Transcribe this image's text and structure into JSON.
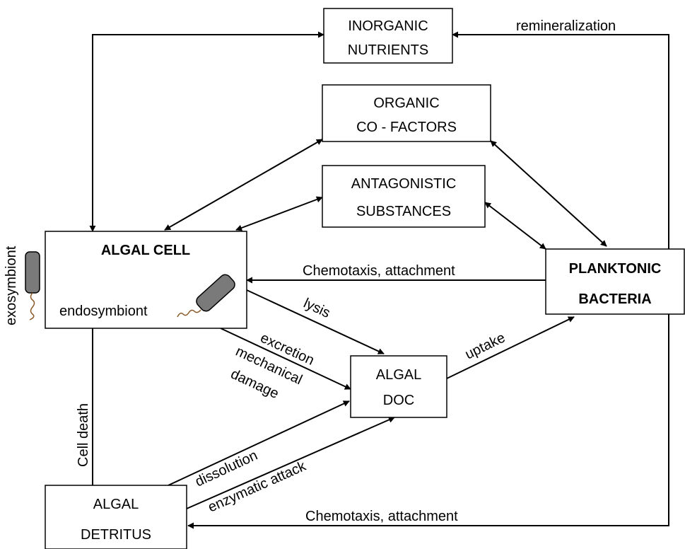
{
  "boxes": {
    "inorganic": {
      "line1": "INORGANIC",
      "line2": "NUTRIENTS"
    },
    "organic": {
      "line1": "ORGANIC",
      "line2": "CO - FACTORS"
    },
    "antagonistic": {
      "line1": "ANTAGONISTIC",
      "line2": "SUBSTANCES"
    },
    "algal_cell": {
      "title": "ALGAL CELL",
      "endosymbiont": "endosymbiont",
      "exosymbiont": "exosymbiont"
    },
    "planktonic": {
      "line1": "PLANKTONIC",
      "line2": "BACTERIA"
    },
    "algal_doc": {
      "line1": "ALGAL",
      "line2": "DOC"
    },
    "algal_detritus": {
      "line1": "ALGAL",
      "line2": "DETRITUS"
    }
  },
  "labels": {
    "remineralization": "remineralization",
    "chemotaxis_top": "Chemotaxis, attachment",
    "chemotaxis_bottom": "Chemotaxis, attachment",
    "lysis": "lysis",
    "excretion": "excretion",
    "mechanical": "mechanical",
    "damage": "damage",
    "uptake": "uptake",
    "cell_death": "Cell death",
    "dissolution": "dissolution",
    "enzymatic": "enzymatic attack"
  }
}
